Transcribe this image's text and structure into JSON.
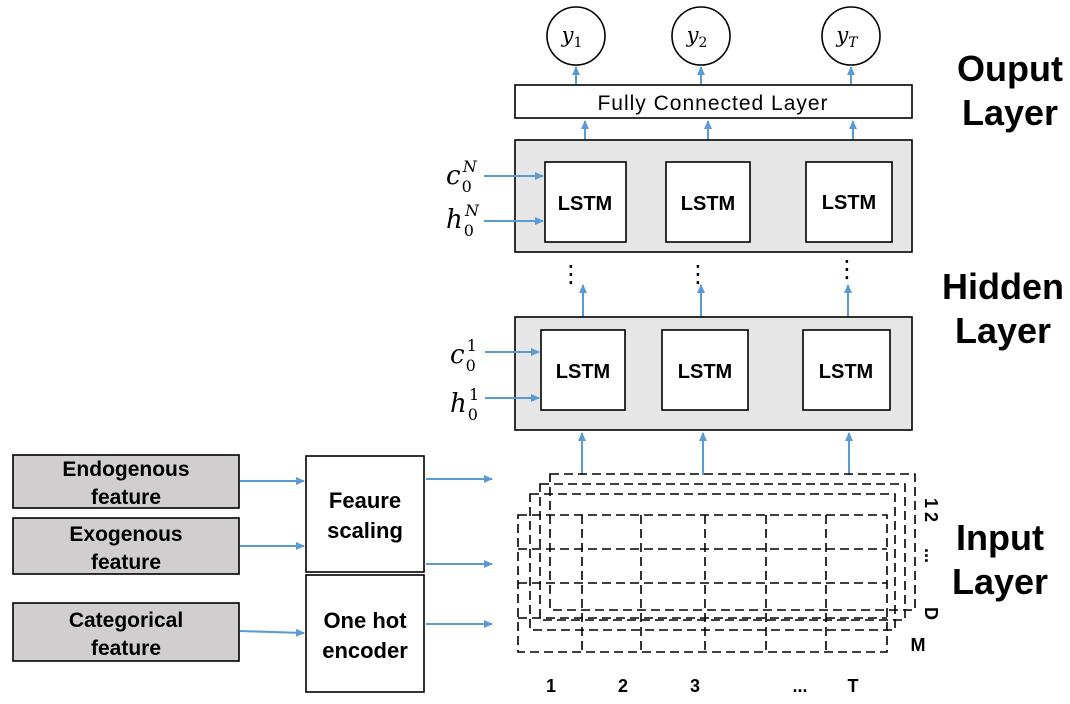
{
  "layers": {
    "output": {
      "line1": "Ouput",
      "line2": "Layer"
    },
    "hidden": {
      "line1": "Hidden",
      "line2": "Layer"
    },
    "input": {
      "line1": "Input",
      "line2": "Layer"
    }
  },
  "outputs": [
    {
      "base": "y",
      "sub": "1"
    },
    {
      "base": "y",
      "sub": "2"
    },
    {
      "base": "y",
      "sub": "T"
    }
  ],
  "fully_connected_label": "Fully Connected Layer",
  "lstm_label": "LSTM",
  "vertical_ellipsis": "⋮",
  "top_initial_states": [
    {
      "base": "c",
      "sub": "0",
      "sup": "N"
    },
    {
      "base": "h",
      "sub": "0",
      "sup": "N"
    }
  ],
  "bottom_initial_states": [
    {
      "base": "c",
      "sub": "0",
      "sup": "1"
    },
    {
      "base": "h",
      "sub": "0",
      "sup": "1"
    }
  ],
  "features": [
    {
      "line1": "Endogenous",
      "line2": "feature"
    },
    {
      "line1": "Exogenous",
      "line2": "feature"
    },
    {
      "line1": "Categorical",
      "line2": "feature"
    }
  ],
  "processors": [
    {
      "line1": "Feaure",
      "line2": "scaling"
    },
    {
      "line1": "One hot",
      "line2": "encoder"
    }
  ],
  "tensor_axes": {
    "time_ticks": [
      "1",
      "2",
      "3",
      "...",
      "T"
    ],
    "depth_ticks": [
      "1",
      "2",
      "...",
      "D"
    ],
    "m_label": "M"
  }
}
